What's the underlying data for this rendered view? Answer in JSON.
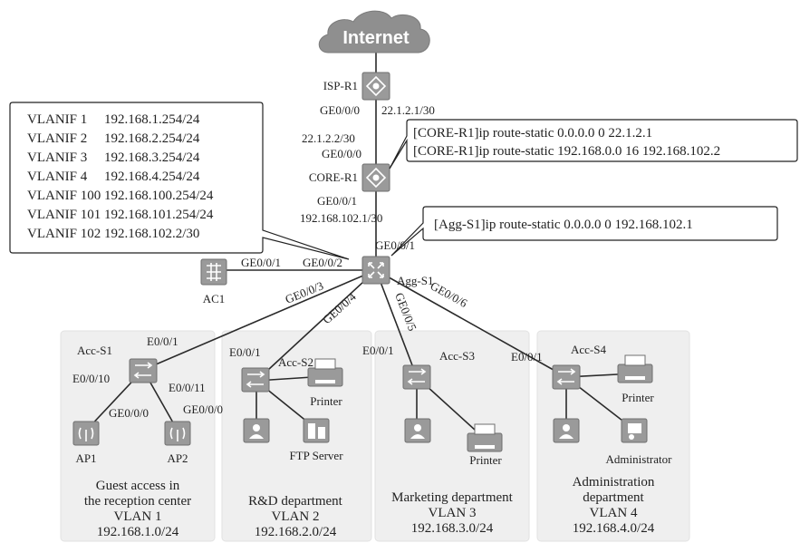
{
  "internet_label": "Internet",
  "devices": {
    "isp_r1": "ISP-R1",
    "core_r1": "CORE-R1",
    "agg_s1": "Agg-S1",
    "ac1": "AC1",
    "acc_s1": "Acc-S1",
    "acc_s2": "Acc-S2",
    "acc_s3": "Acc-S3",
    "acc_s4": "Acc-S4",
    "ap1": "AP1",
    "ap2": "AP2",
    "printer_rd": "Printer",
    "ftp_server": "FTP Server",
    "printer_mkt": "Printer",
    "printer_admin": "Printer",
    "administrator": "Administrator"
  },
  "ports": {
    "isp_down": "GE0/0/0",
    "isp_ip": "22.1.2.1/30",
    "core_ip": "22.1.2.2/30",
    "core_up": "GE0/0/0",
    "core_down": "GE0/0/1",
    "core_down_ip": "192.168.102.1/30",
    "agg_up": "GE0/0/1",
    "ac1_port": "GE0/0/1",
    "agg_to_ac1": "GE0/0/2",
    "agg_p3": "GE0/0/3",
    "agg_p4": "GE0/0/4",
    "agg_p5": "GE0/0/5",
    "agg_p6": "GE0/0/6",
    "s1_up": "E0/0/1",
    "s1_p10": "E0/0/10",
    "s1_p11": "E0/0/11",
    "ap1_port": "GE0/0/0",
    "ap2_port": "GE0/0/0",
    "s2_up": "E0/0/1",
    "s3_up": "E0/0/1",
    "s4_up": "E0/0/1"
  },
  "vlanif_box": [
    "VLANIF 1     192.168.1.254/24",
    "VLANIF 2     192.168.2.254/24",
    "VLANIF 3     192.168.3.254/24",
    "VLANIF 4     192.168.4.254/24",
    "VLANIF 100 192.168.100.254/24",
    "VLANIF 101 192.168.101.254/24",
    "VLANIF 102 192.168.102.2/30"
  ],
  "core_config": [
    "[CORE-R1]ip route-static 0.0.0.0 0 22.1.2.1",
    "[CORE-R1]ip route-static 192.168.0.0 16 192.168.102.2"
  ],
  "agg_config": "[Agg-S1]ip route-static 0.0.0.0 0 192.168.102.1",
  "zones": {
    "guest": {
      "line1": "Guest access in",
      "line2": "the reception center",
      "vlan": "VLAN 1",
      "subnet": "192.168.1.0/24"
    },
    "rd": {
      "line1": "R&D department",
      "vlan": "VLAN 2",
      "subnet": "192.168.2.0/24"
    },
    "marketing": {
      "line1": "Marketing department",
      "vlan": "VLAN 3",
      "subnet": "192.168.3.0/24"
    },
    "admin": {
      "line1": "Administration",
      "line2": "department",
      "vlan": "VLAN 4",
      "subnet": "192.168.4.0/24"
    }
  },
  "colors": {
    "device_gray": "#9a9a9a",
    "zone_fill": "#efefef",
    "cloud_gray": "#8f8f8f"
  }
}
